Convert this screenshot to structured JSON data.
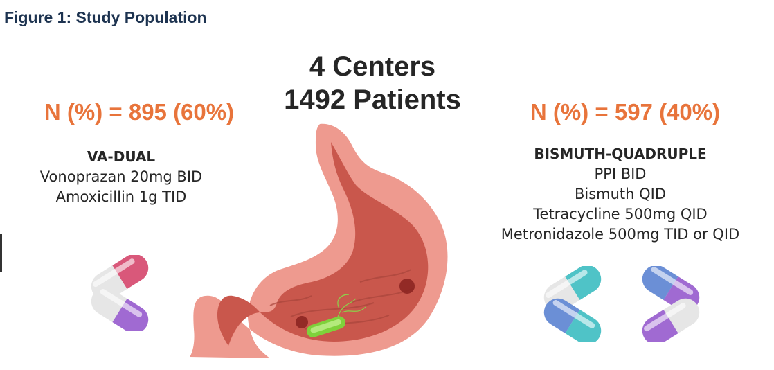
{
  "figure_title": "Figure 1: Study Population",
  "center": {
    "centers_line": "4 Centers",
    "patients_line": "1492 Patients"
  },
  "arms": {
    "left": {
      "n_label": "N (%) = 895 (60%)",
      "name": "VA-DUAL",
      "drugs": [
        "Vonoprazan 20mg BID",
        "Amoxicillin 1g TID"
      ]
    },
    "right": {
      "n_label": "N (%) = 597 (40%)",
      "name": "BISMUTH-QUADRUPLE",
      "drugs": [
        "PPI BID",
        "Bismuth QID",
        "Tetracycline 500mg QID",
        "Metronidazole 500mg TID or QID"
      ]
    }
  },
  "colors": {
    "title": "#1d3350",
    "accent_orange": "#e8743b",
    "text": "#262626",
    "stomach_outer": "#ee9a8f",
    "stomach_inner": "#c9574c",
    "bacterium": "#7fd13b",
    "pill_pink": "#d9587a",
    "pill_purple": "#a06ad2",
    "pill_teal": "#4fc3c7",
    "pill_blue": "#6b8fd6",
    "pill_white": "#e6e6e6"
  },
  "icons": [
    "stomach-illustration",
    "h-pylori-bacterium-icon",
    "capsule-pill-icon"
  ]
}
